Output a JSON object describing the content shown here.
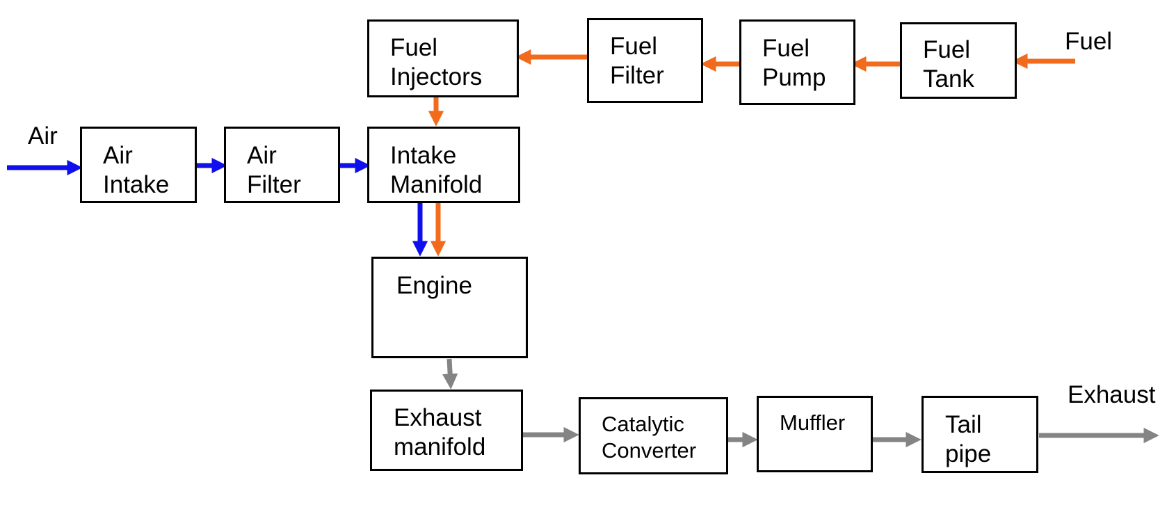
{
  "colors": {
    "air": "#1010ee",
    "fuel": "#f26a1b",
    "exhaust": "#848484",
    "border": "#000000"
  },
  "inputs": {
    "air": "Air",
    "fuel": "Fuel",
    "exhaust": "Exhaust"
  },
  "boxes": {
    "fuel_injectors": [
      "Fuel",
      "Injectors"
    ],
    "fuel_filter": [
      "Fuel",
      "Filter"
    ],
    "fuel_pump": [
      "Fuel",
      "Pump"
    ],
    "fuel_tank": [
      "Fuel",
      "Tank"
    ],
    "air_intake": [
      "Air",
      "Intake"
    ],
    "air_filter": [
      "Air",
      "Filter"
    ],
    "intake_manifold": [
      "Intake",
      "Manifold"
    ],
    "engine": [
      "Engine"
    ],
    "exhaust_manifold": [
      "Exhaust",
      "manifold"
    ],
    "catalytic_converter": [
      "Catalytic",
      "Converter"
    ],
    "muffler": [
      "Muffler"
    ],
    "tail_pipe": [
      "Tail",
      "pipe"
    ]
  },
  "flows": [
    {
      "from": "Air",
      "to": "Air Intake",
      "kind": "air"
    },
    {
      "from": "Air Intake",
      "to": "Air Filter",
      "kind": "air"
    },
    {
      "from": "Air Filter",
      "to": "Intake Manifold",
      "kind": "air"
    },
    {
      "from": "Intake Manifold",
      "to": "Engine",
      "kind": "air"
    },
    {
      "from": "Fuel",
      "to": "Fuel Tank",
      "kind": "fuel"
    },
    {
      "from": "Fuel Tank",
      "to": "Fuel Pump",
      "kind": "fuel"
    },
    {
      "from": "Fuel Pump",
      "to": "Fuel Filter",
      "kind": "fuel"
    },
    {
      "from": "Fuel Filter",
      "to": "Fuel Injectors",
      "kind": "fuel"
    },
    {
      "from": "Fuel Injectors",
      "to": "Intake Manifold",
      "kind": "fuel"
    },
    {
      "from": "Intake Manifold",
      "to": "Engine",
      "kind": "fuel"
    },
    {
      "from": "Engine",
      "to": "Exhaust manifold",
      "kind": "exhaust"
    },
    {
      "from": "Exhaust manifold",
      "to": "Catalytic Converter",
      "kind": "exhaust"
    },
    {
      "from": "Catalytic Converter",
      "to": "Muffler",
      "kind": "exhaust"
    },
    {
      "from": "Muffler",
      "to": "Tail pipe",
      "kind": "exhaust"
    },
    {
      "from": "Tail pipe",
      "to": "Exhaust",
      "kind": "exhaust"
    }
  ]
}
